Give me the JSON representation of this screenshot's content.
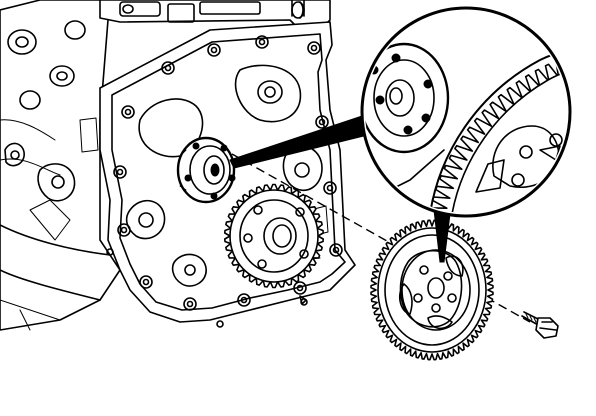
{
  "diagram": {
    "parts": [
      {
        "id": "engine-block",
        "icon": "engine-block-drawing"
      },
      {
        "id": "crankshaft-flange",
        "icon": "flange-drawing"
      },
      {
        "id": "timing-gear-mounted",
        "icon": "gear-drawing"
      },
      {
        "id": "crankshaft-gear",
        "icon": "gear-drawing"
      },
      {
        "id": "bolt",
        "icon": "bolt-drawing"
      },
      {
        "id": "detail-magnifier",
        "icon": "magnifier-callout"
      }
    ],
    "colors": {
      "line": "#000000",
      "background": "#ffffff"
    }
  }
}
